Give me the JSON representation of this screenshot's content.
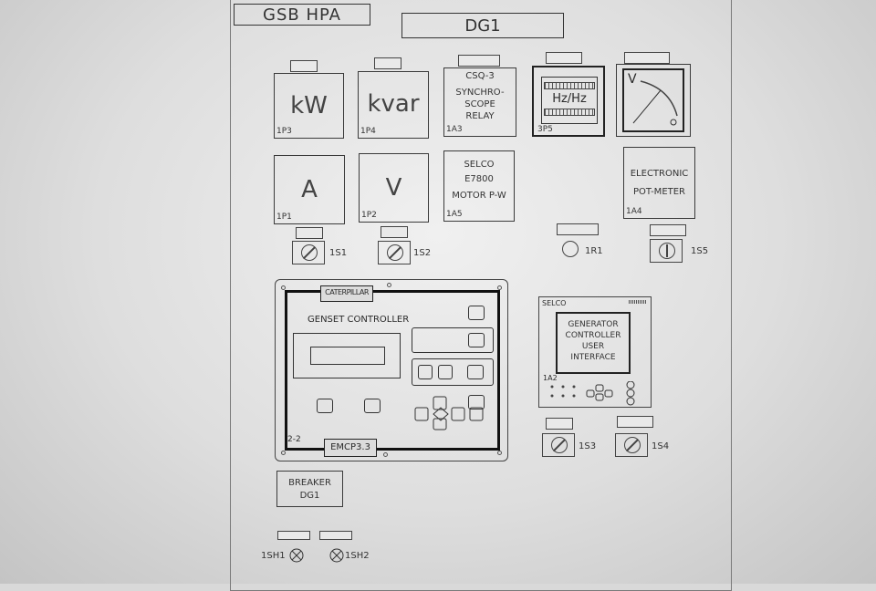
{
  "header": {
    "panel_title": "GSB HPA",
    "unit_name": "DG1"
  },
  "instruments": {
    "kw_meter": {
      "symbol": "kW",
      "tag": "1P3"
    },
    "kvar_meter": {
      "symbol": "kvar",
      "tag": "1P4"
    },
    "synchroscope_relay": {
      "lines": [
        "CSQ-3",
        "SYNCHRO-",
        "SCOPE",
        "RELAY"
      ],
      "tag": "1A3"
    },
    "frequency_meter": {
      "symbol": "Hz/Hz",
      "tag": "3P5"
    },
    "voltmeter_analog": {
      "symbol": "V"
    },
    "ammeter": {
      "symbol": "A",
      "tag": "1P1"
    },
    "voltmeter": {
      "symbol": "V",
      "tag": "1P2"
    },
    "motor_pot": {
      "lines": [
        "SELCO",
        "E7800",
        "MOTOR P-W"
      ],
      "tag": "1A5"
    },
    "electronic_pot": {
      "lines": [
        "ELECTRONIC",
        "POT-METER"
      ],
      "tag": "1A4"
    }
  },
  "switches": {
    "s1": {
      "tag": "1S1"
    },
    "s2": {
      "tag": "1S2"
    },
    "r1": {
      "tag": "1R1"
    },
    "s5": {
      "tag": "1S5"
    },
    "s3": {
      "tag": "1S3"
    },
    "s4": {
      "tag": "1S4"
    }
  },
  "genset_controller": {
    "brand": "CATERPILLAR",
    "title": "GENSET CONTROLLER",
    "tag": "2-2",
    "model": "EMCP3.3"
  },
  "gen_ui": {
    "brand": "SELCO",
    "lines": [
      "GENERATOR",
      "CONTROLLER",
      "USER",
      "INTERFACE"
    ],
    "tag": "1A2"
  },
  "breaker": {
    "lines": [
      "BREAKER",
      "DG1"
    ]
  },
  "lamps": {
    "h1": "1SH1",
    "h2": "1SH2"
  }
}
